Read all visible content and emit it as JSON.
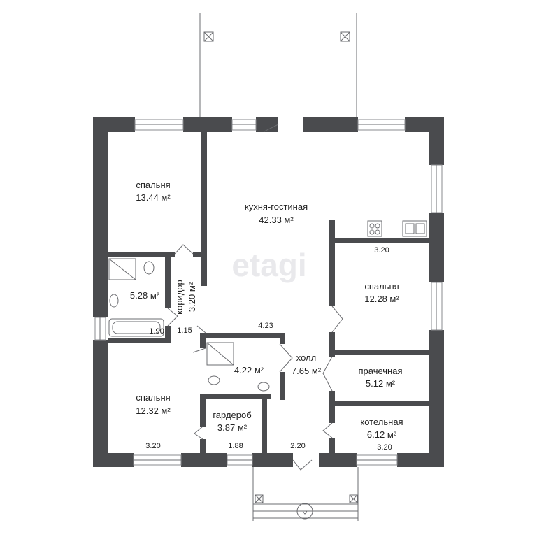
{
  "watermark": "etagi",
  "rooms": [
    {
      "name": "спальня",
      "area": "13.44 м²"
    },
    {
      "name": "кухня-гостиная",
      "area": "42.33 м²"
    },
    {
      "name": "",
      "area": "5.28 м²"
    },
    {
      "name": "коридор",
      "area": "3.20 м²"
    },
    {
      "name": "спальня",
      "area": "12.28 м²"
    },
    {
      "name": "",
      "area": "4.22 м²"
    },
    {
      "name": "холл",
      "area": "7.65 м²"
    },
    {
      "name": "прачечная",
      "area": "5.12 м²"
    },
    {
      "name": "спальня",
      "area": "12.32 м²"
    },
    {
      "name": "гардероб",
      "area": "3.87 м²"
    },
    {
      "name": "котельная",
      "area": "6.12 м²"
    }
  ],
  "dimensions": [
    "3.20",
    "4.23",
    "1.15",
    "1.90",
    "3.20",
    "1.88",
    "2.20",
    "3.20"
  ]
}
